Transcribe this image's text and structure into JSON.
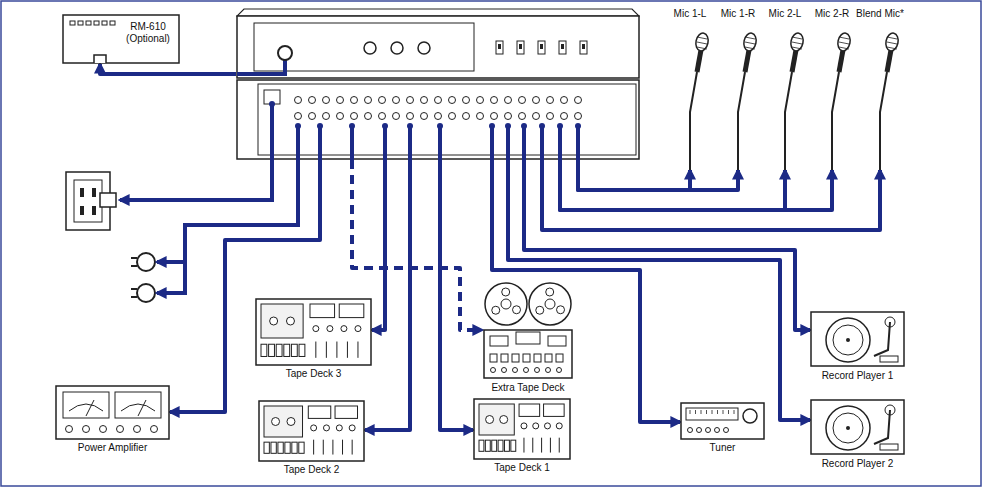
{
  "diagram": {
    "nodes": [
      {
        "text": [
          "RM-610",
          "(Optional)"
        ]
      },
      {
        "text": []
      },
      {
        "text": [
          "Mic 1-L"
        ]
      },
      {
        "text": [
          "Mic 1-R"
        ]
      },
      {
        "text": [
          "Mic 2-L"
        ]
      },
      {
        "text": [
          "Mic 2-R"
        ]
      },
      {
        "text": [
          "Blend Mic*"
        ]
      },
      {
        "text": [
          "Tape Deck 3"
        ]
      },
      {
        "text": [
          "Extra Tape Deck"
        ]
      },
      {
        "text": [
          "Record Player 1"
        ]
      },
      {
        "text": [
          "Power Amplifier"
        ]
      },
      {
        "text": [
          "Tape Deck 2"
        ]
      },
      {
        "text": [
          "Tape Deck 1"
        ]
      },
      {
        "text": [
          "Tuner"
        ]
      },
      {
        "text": [
          "Record Player 2"
        ]
      }
    ],
    "edges": [
      {
        "from": 1,
        "to": 0,
        "arrow": "to"
      },
      {
        "from": 1,
        "to": 2,
        "arrow": "to"
      },
      {
        "from": 1,
        "to": 3,
        "arrow": "to"
      },
      {
        "from": 1,
        "to": 4,
        "arrow": "to"
      },
      {
        "from": 1,
        "to": 5,
        "arrow": "to"
      },
      {
        "from": 1,
        "to": 6,
        "arrow": "to"
      },
      {
        "from": 1,
        "to": 7,
        "arrow": "to"
      },
      {
        "from": 1,
        "to": 8,
        "arrow": "to"
      },
      {
        "from": 1,
        "to": 9,
        "arrow": "to"
      },
      {
        "from": 1,
        "to": 10,
        "arrow": "to"
      },
      {
        "from": 1,
        "to": 11,
        "arrow": "to"
      },
      {
        "from": 1,
        "to": 12,
        "arrow": "to"
      },
      {
        "from": 1,
        "to": 13,
        "arrow": "to"
      },
      {
        "from": 1,
        "to": 14,
        "arrow": "to"
      }
    ]
  }
}
